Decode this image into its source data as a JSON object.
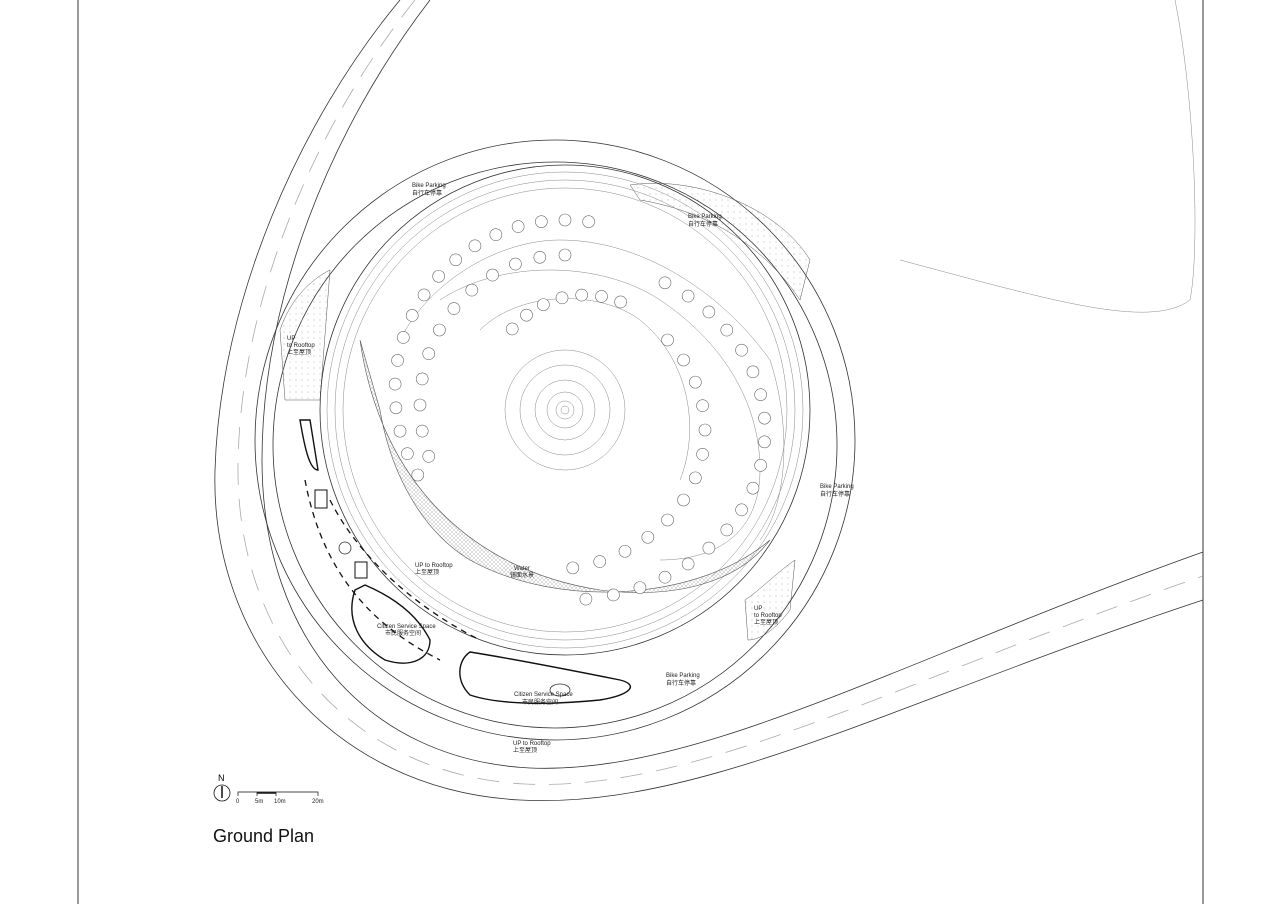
{
  "drawing": {
    "title": "Ground Plan",
    "north": "N",
    "scale_bar": [
      "0",
      "5m",
      "10m",
      "20m"
    ],
    "labels": {
      "bike_parking_1": {
        "en": "Bike Parking",
        "zh": "自行车停靠"
      },
      "bike_parking_2": {
        "en": "Bike Parking",
        "zh": "自行车停靠"
      },
      "bike_parking_3": {
        "en": "Bike Parking",
        "zh": "自行车停靠"
      },
      "bike_parking_4": {
        "en": "Bike Parking",
        "zh": "自行车停靠"
      },
      "up_rooftop_west": {
        "en1": "UP",
        "en2": "to Rooftop",
        "zh": "上至屋顶"
      },
      "up_rooftop_sw": {
        "en": "UP to Rooftop",
        "zh": "上至屋顶"
      },
      "up_rooftop_east": {
        "en1": "UP",
        "en2": "to Rooftop",
        "zh": "上至屋顶"
      },
      "up_rooftop_south": {
        "en": "UP to Rooftop",
        "zh": "上至屋顶"
      },
      "water": {
        "en": "Water",
        "zh": "镜面水景"
      },
      "citizen_1": {
        "en": "Citizen Service Space",
        "zh": "市民服务空间"
      },
      "citizen_2": {
        "en": "Citizen Service Space",
        "zh": "市民服务空间"
      }
    }
  }
}
